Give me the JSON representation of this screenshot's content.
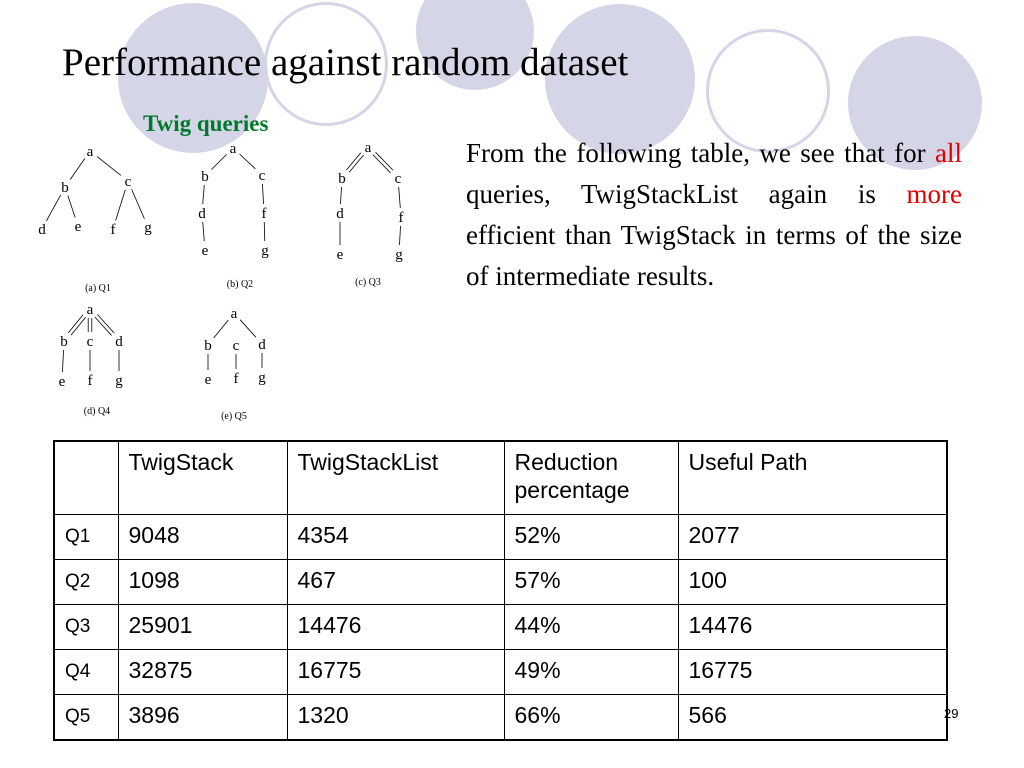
{
  "slide": {
    "title": "Performance against random dataset",
    "subtitle": "Twig queries",
    "page_number": "29"
  },
  "colors": {
    "circle_fill": "#d5d5e8",
    "subtitle": "#007a2a",
    "highlight": "#e00000"
  },
  "body_text": {
    "part1": "From the following table, we see that for ",
    "highlight1": "all",
    "part2": " queries, TwigStackList again is ",
    "highlight2": "more",
    "part3": " efficient than TwigStack in terms of the size of intermediate results."
  },
  "trees": [
    {
      "caption": "(a)    Q1",
      "nodes": [
        "a",
        "b",
        "c",
        "d",
        "e",
        "f",
        "g"
      ]
    },
    {
      "caption": "(b)   Q2",
      "nodes": [
        "a",
        "b",
        "c",
        "d",
        "f",
        "e",
        "g"
      ]
    },
    {
      "caption": "(c)   Q3",
      "nodes": [
        "a",
        "b",
        "c",
        "d",
        "f",
        "e",
        "g"
      ]
    },
    {
      "caption": "(d)  Q4",
      "nodes": [
        "a",
        "b",
        "c",
        "d",
        "e",
        "f",
        "g"
      ]
    },
    {
      "caption": "(e)    Q5",
      "nodes": [
        "a",
        "b",
        "c",
        "d",
        "e",
        "f",
        "g"
      ]
    }
  ],
  "table": {
    "headers": [
      "",
      "TwigStack",
      "TwigStackList",
      "Reduction percentage",
      "Useful Path"
    ],
    "rows": [
      [
        "Q1",
        "9048",
        "4354",
        "52%",
        "2077"
      ],
      [
        "Q2",
        "1098",
        "467",
        "57%",
        "100"
      ],
      [
        "Q3",
        "25901",
        "14476",
        "44%",
        "14476"
      ],
      [
        "Q4",
        "32875",
        "16775",
        "49%",
        "16775"
      ],
      [
        "Q5",
        "3896",
        "1320",
        "66%",
        "566"
      ]
    ]
  }
}
